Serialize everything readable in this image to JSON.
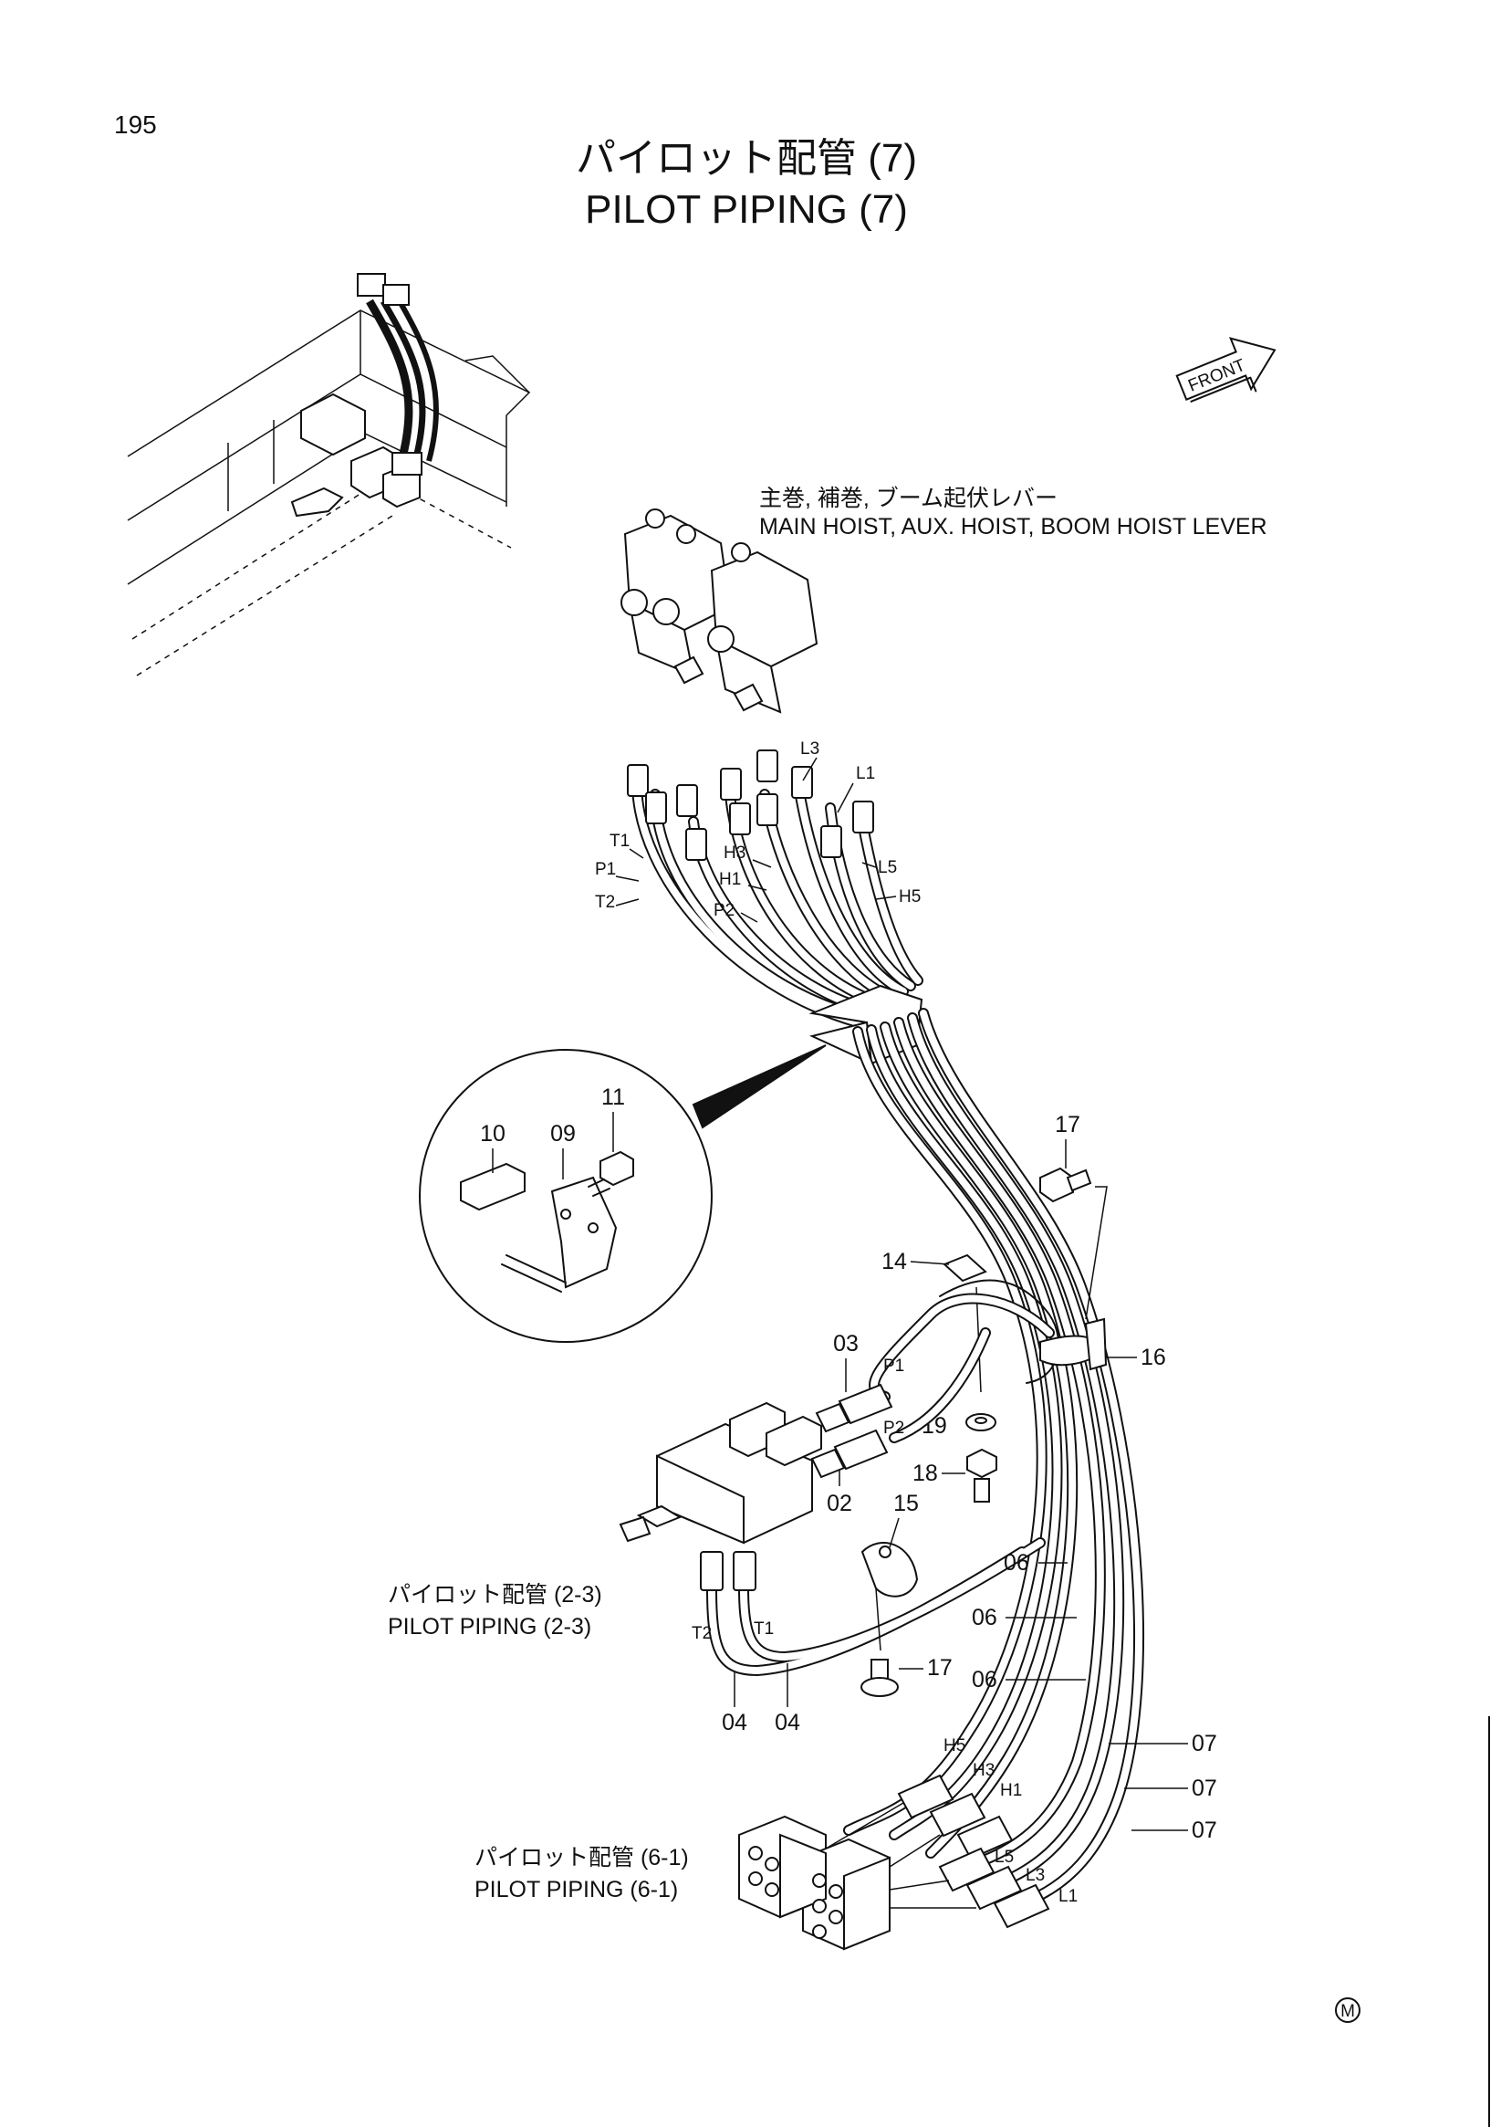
{
  "page": {
    "number": "195",
    "title_jp": "パイロット配管 (7)",
    "title_en": "PILOT PIPING (7)",
    "front_mark": "FRONT",
    "footer_mark": "M"
  },
  "callouts": {
    "lever_jp": "主巻, 補巻, ブーム起伏レバー",
    "lever_en": "MAIN HOIST, AUX. HOIST, BOOM HOIST LEVER",
    "piping_2_3_jp": "パイロット配管 (2-3)",
    "piping_2_3_en": "PILOT PIPING (2-3)",
    "piping_6_1_jp": "パイロット配管 (6-1)",
    "piping_6_1_en": "PILOT PIPING (6-1)"
  },
  "hose_labels": {
    "t1_top": "T1",
    "p1_top": "P1",
    "t2_top": "T2",
    "p2_top": "P2",
    "h3_top": "H3",
    "h1_top": "H1",
    "l3_top": "L3",
    "l1_top": "L1",
    "l5_top": "L5",
    "h5_top": "H5",
    "p1_mid": "P1",
    "p2_mid": "P2",
    "t2_low": "T2",
    "t1_low": "T1",
    "h5_bot": "H5",
    "h3_bot": "H3",
    "h1_bot": "H1",
    "l5_bot": "L5",
    "l3_bot": "L3",
    "l1_bot": "L1"
  },
  "part_numbers": {
    "p11": "11",
    "p10": "10",
    "p09": "09",
    "p17a": "17",
    "p14": "14",
    "p16": "16",
    "p03": "03",
    "p19": "19",
    "p18": "18",
    "p02": "02",
    "p15": "15",
    "p06a": "06",
    "p06b": "06",
    "p06c": "06",
    "p17b": "17",
    "p04a": "04",
    "p04b": "04",
    "p07a": "07",
    "p07b": "07",
    "p07c": "07"
  }
}
